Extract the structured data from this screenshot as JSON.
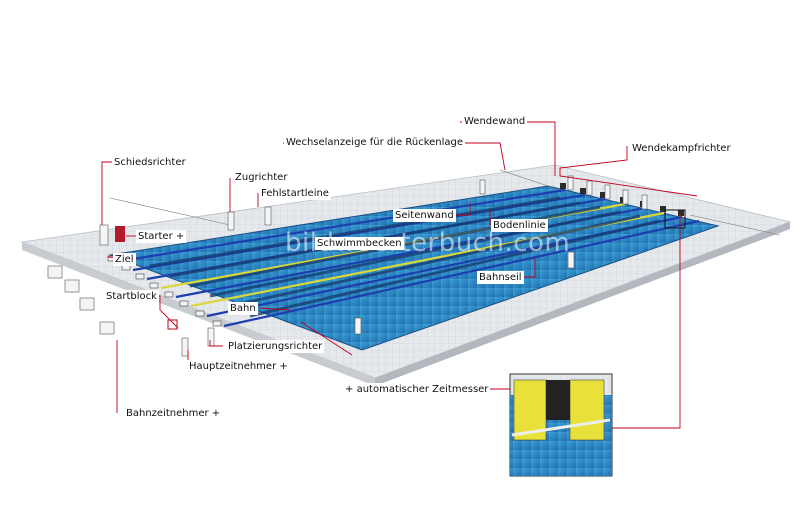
{
  "labels": {
    "schiedsrichter": "Schiedsrichter",
    "zugrichter": "Zugrichter",
    "fehlstartleine": "Fehlstartleine",
    "wechselanzeige": "Wechselanzeige für die Rückenlage",
    "wendewand": "Wendewand",
    "wendekampfrichter": "Wendekampfrichter",
    "starter": "Starter",
    "ziel": "Ziel",
    "seitenwand": "Seitenwand",
    "bodenlinie": "Bodenlinie",
    "schwimmbecken": "Schwimmbecken",
    "bahnseil": "Bahnseil",
    "startblock": "Startblock",
    "bahn": "Bahn",
    "platzierungsrichter": "Platzierungsrichter",
    "hauptzeitnehmer": "Hauptzeitnehmer",
    "bahnzeitnehmer": "Bahnzeitnehmer",
    "automatischer_zeitmesser": "automatischer Zeitmesser"
  },
  "plus_marker": "+",
  "watermark": "bildwoerterbuch.com",
  "colors": {
    "leader_line": "#c0001a",
    "deck": "#e3e6ea",
    "water": "#2a86c2",
    "lane_rope_blue": "#1d3fae",
    "lane_rope_yellow": "#d8d83a",
    "timing_pad": "#e8e13a"
  }
}
